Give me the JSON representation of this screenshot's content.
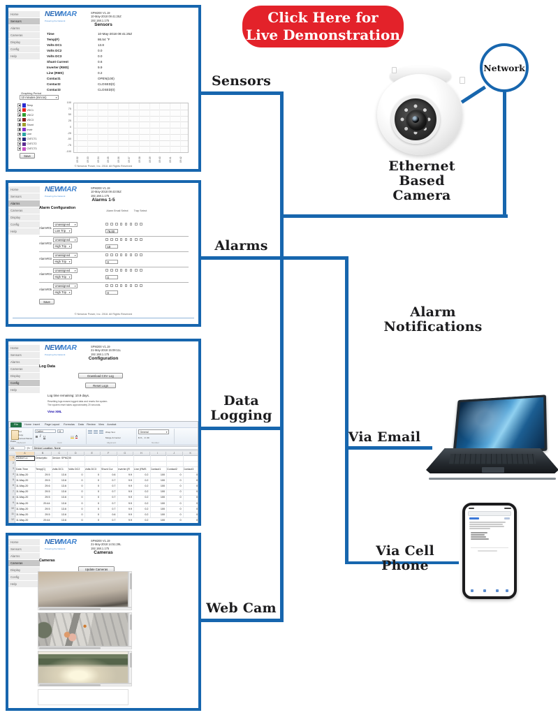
{
  "demo_button": {
    "line1": "Click Here for",
    "line2": "Live Demonstration"
  },
  "colors": {
    "accent_blue": "#1766ae",
    "button_red": "#e3222a",
    "link_blue": "#1a0dab",
    "excel_green": "#217346"
  },
  "labels": {
    "sensors": "Sensors",
    "alarms": "Alarms",
    "data_logging_lines": [
      "Data",
      "Logging"
    ],
    "web_cam": "Web Cam",
    "network": "Network",
    "ethernet_camera_lines": [
      "Ethernet",
      "Based",
      "Camera"
    ],
    "alarm_notifications_lines": [
      "Alarm",
      "Notifications"
    ],
    "via_email": "Via Email",
    "via_cell_phone": "Via Cell Phone"
  },
  "sidebar": {
    "items": [
      "Home",
      "Sensors",
      "Alarms",
      "Cameras",
      "Display",
      "Config",
      "Help"
    ]
  },
  "brand": {
    "logo_new": "NEW",
    "logo_mar": "MAR",
    "tagline": "Powering the Network"
  },
  "footer": "© Newmar Power, Inc. 2018. All Rights Reserved",
  "save_label": "Save",
  "screens": {
    "sensors": {
      "device": "SPM200 V1.19",
      "datetime": "10-May-2018 09:41:25Z",
      "ip": "192.168.1.175",
      "title": "Sensors",
      "rows": [
        {
          "label": "Time",
          "value": "10-May-2018 09:41:25Z"
        },
        {
          "label": "Temp(F)",
          "value": "86.54 °F"
        },
        {
          "label": "Volts DC1",
          "value": "13.8"
        },
        {
          "label": "Volts DC2",
          "value": "0.0"
        },
        {
          "label": "Volts DC3",
          "value": "0.0"
        },
        {
          "label": "Shunt Current",
          "value": "0.6"
        },
        {
          "label": "Inverter (RMS)",
          "value": "9.9"
        },
        {
          "label": "Line (RMS)",
          "value": "0.2"
        },
        {
          "label": "Contact1",
          "value": "OPEN(100)"
        },
        {
          "label": "Contact2",
          "value": "CLOSED(0)"
        },
        {
          "label": "Contact3",
          "value": "CLOSED(0)"
        }
      ],
      "graphing_period_label": "Graphing Period",
      "graphing_period_value": "10 minutes (mm:ss)",
      "legend": [
        {
          "label": "Temp",
          "color": "#2b2bd0"
        },
        {
          "label": "VDC1",
          "color": "#e81f1f"
        },
        {
          "label": "VDC2",
          "color": "#2f9e2f"
        },
        {
          "label": "VDC3",
          "color": "#8c1f1f"
        },
        {
          "label": "Shunt",
          "color": "#a0a02a"
        },
        {
          "label": "Invrtr",
          "color": "#8833cc"
        },
        {
          "label": "Line",
          "color": "#2aa4a4"
        },
        {
          "label": "CNTCT1",
          "color": "#28287c"
        },
        {
          "label": "CNTCT2",
          "color": "#5c2d91"
        },
        {
          "label": "CNTCT3",
          "color": "#c653c6"
        }
      ],
      "chart": {
        "y_ticks": [
          "100",
          "75",
          "50",
          "25",
          "0",
          "-25",
          "-50",
          "-75",
          "-100"
        ],
        "x_ticks": [
          "09:32",
          "09:33",
          "09:34",
          "09:35",
          "09:36",
          "09:37",
          "09:38",
          "09:39",
          "09:40",
          "09:41",
          "09:42"
        ]
      }
    },
    "alarms": {
      "device": "SPM200 V1.19",
      "datetime": "10-May-2018 09:43:05Z",
      "ip": "192.168.1.175",
      "title": "Alarms 1-5",
      "config_heading": "Alarm Configuration",
      "col_email": "Alarm Email Select",
      "col_trap": "Trap Select",
      "email_checkbox_count": 6,
      "trap_checkbox_count": 2,
      "rows": [
        {
          "name": "Alarm#01",
          "assign": "Unassigned",
          "trip": "Low Trip",
          "value": "76.00"
        },
        {
          "name": "Alarm#02",
          "assign": "Unassigned",
          "trip": "High Trip",
          "value": "10"
        },
        {
          "name": "Alarm#03",
          "assign": "Unassigned",
          "trip": "High Trip",
          "value": "0"
        },
        {
          "name": "Alarm#04",
          "assign": "Unassigned",
          "trip": "High Trip",
          "value": "0"
        },
        {
          "name": "Alarm#05",
          "assign": "Unassigned",
          "trip": "High Trip",
          "value": "0"
        }
      ]
    },
    "config": {
      "device": "SPM200 V1.19",
      "datetime": "21-May-2018 15:09:11L",
      "ip": "192.168.1.175",
      "title": "Configuration",
      "section": "Log Data",
      "btn_download": "Download CSV Log",
      "btn_reset": "Reset Logs",
      "remaining": "Log time remaining: 10.9 days.",
      "note1": "Resetting logs erases logged data and resets the system.",
      "note2": "The system reset takes approximately 20 seconds.",
      "link_xml": "View XML"
    },
    "cameras": {
      "device": "SPM200 V1.19",
      "datetime": "21-May-2018 14:51:29L",
      "ip": "192.168.1.175",
      "title": "Cameras",
      "section": "Cameras",
      "btn_update": "Update Cameras"
    }
  },
  "excel": {
    "tabs": [
      "File",
      "Home",
      "Insert",
      "Page Layout",
      "Formulas",
      "Data",
      "Review",
      "View",
      "Acrobat"
    ],
    "groups": {
      "clipboard": "Clipboard",
      "font": "Font",
      "alignment": "Alignment",
      "number": "Number"
    },
    "tools": {
      "paste": "Paste",
      "cut": "Cut",
      "copy": "Copy",
      "format_painter": "Format Painter",
      "font_name": "Calibri",
      "font_size": "11",
      "wrap": "Wrap Text",
      "merge": "Merge & Center",
      "number_format": "General",
      "number_icons": "$ % , .0 .00"
    },
    "cell_ref": "A1",
    "formula": "Device Location: None",
    "col_letters": [
      "A",
      "B",
      "C",
      "D",
      "E",
      "F",
      "G",
      "H",
      "I",
      "J",
      "K"
    ],
    "row1": [
      "Device Lo",
      "Descriptio",
      "Device: SPM200"
    ],
    "header_row": [
      "Date-Time",
      "Temp(C)",
      "Volts DC1",
      "Volts DC2",
      "Volts DC3",
      "Shunt Cur",
      "Inverter (R",
      "Line (RMS",
      "Contact1",
      "Contact2",
      "Contact3"
    ],
    "data_rows": [
      [
        "11-May-20",
        "29.5",
        "13.6",
        "0",
        "0",
        "0.6",
        "9.9",
        "0.2",
        "100",
        "0",
        "0"
      ],
      [
        "11-May-20",
        "29.5",
        "13.6",
        "0",
        "0",
        "0.7",
        "9.9",
        "0.2",
        "100",
        "0",
        "0"
      ],
      [
        "11-May-20",
        "29.6",
        "13.6",
        "0",
        "0",
        "0.7",
        "9.9",
        "0.2",
        "100",
        "0",
        "0"
      ],
      [
        "11-May-20",
        "29.5",
        "13.6",
        "0",
        "0",
        "0.7",
        "9.9",
        "0.2",
        "100",
        "0",
        "0"
      ],
      [
        "11-May-20",
        "29.5",
        "13.6",
        "0",
        "0",
        "0.7",
        "9.9",
        "0.2",
        "100",
        "0",
        "0"
      ],
      [
        "11-May-20",
        "29.44",
        "13.6",
        "0",
        "0",
        "0.7",
        "9.9",
        "0.2",
        "100",
        "0",
        "0"
      ],
      [
        "11-May-20",
        "29.5",
        "13.6",
        "0",
        "0",
        "0.7",
        "9.9",
        "0.2",
        "100",
        "0",
        "0"
      ],
      [
        "11-May-20",
        "29.5",
        "13.6",
        "0",
        "0",
        "0.6",
        "9.9",
        "0.2",
        "100",
        "0",
        "0"
      ],
      [
        "11-May-20",
        "29.44",
        "13.6",
        "0",
        "0",
        "0.7",
        "9.9",
        "0.2",
        "100",
        "0",
        "0"
      ],
      [
        "11-May-20",
        "29.44",
        "13.6",
        "0",
        "0",
        "0.7",
        "9.9",
        "0.2",
        "100",
        "0",
        "0"
      ]
    ]
  }
}
